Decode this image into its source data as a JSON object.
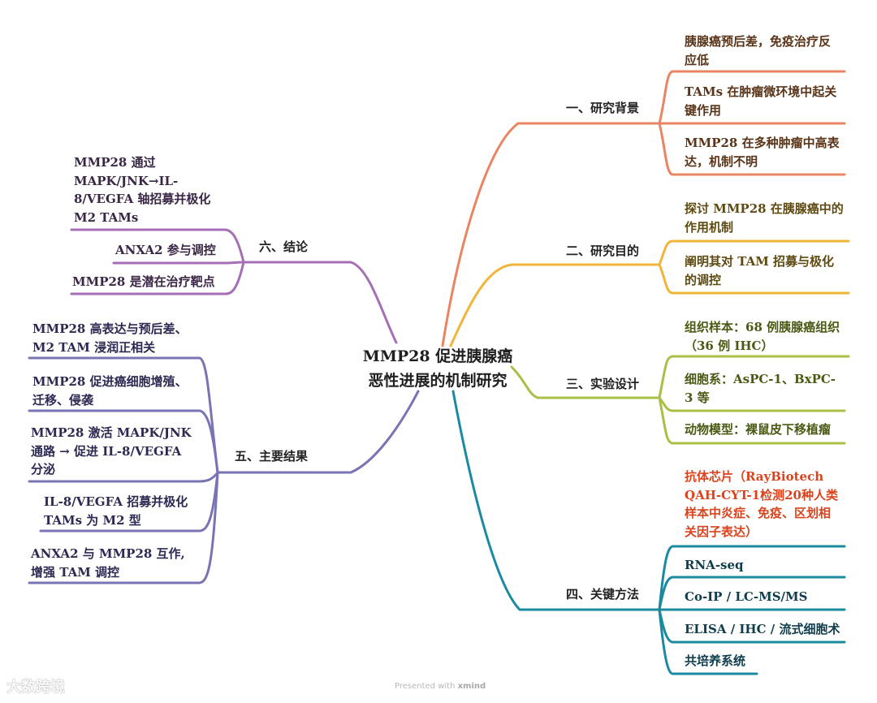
{
  "root": {
    "label": "MMP28 促进胰腺癌\n恶性进展的机制研究"
  },
  "colors": {
    "orange": "#e98562",
    "yellow": "#f2b53a",
    "green": "#a9bf46",
    "teal": "#1b8aa0",
    "purple": "#a46fb5",
    "indigo": "#7a74b4",
    "highlight": "#d9441e"
  },
  "branches": {
    "background": {
      "label": "一、研究背景",
      "items": [
        "胰腺癌预后差，免疫治疗反\n应低",
        "TAMs 在肿瘤微环境中起关\n键作用",
        "MMP28 在多种肿瘤中高表\n达，机制不明"
      ]
    },
    "purpose": {
      "label": "二、研究目的",
      "items": [
        "探讨 MMP28 在胰腺癌中的\n作用机制",
        "阐明其对 TAM 招募与极化\n的调控"
      ]
    },
    "design": {
      "label": "三、实验设计",
      "items": [
        "组织样本：68 例胰腺癌组织\n（36 例 IHC）",
        "细胞系：AsPC-1、BxPC-\n3 等",
        "动物模型：裸鼠皮下移植瘤"
      ]
    },
    "methods": {
      "label": "四、关键方法",
      "items": [
        "抗体芯片（RayBiotech\nQAH-CYT-1检测20种人类\n样本中炎症、免疫、区划相\n关因子表达）",
        "RNA-seq",
        "Co-IP / LC-MS/MS",
        "ELISA / IHC / 流式细胞术",
        "共培养系统"
      ]
    },
    "results": {
      "label": "五、主要结果",
      "items": [
        "MMP28 高表达与预后差、\nM2 TAM 浸润正相关",
        "MMP28 促进癌细胞增殖、\n迁移、侵袭",
        "MMP28 激活 MAPK/JNK\n通路 → 促进 IL-8/VEGFA\n分泌",
        "IL-8/VEGFA 招募并极化\nTAMs 为 M2 型",
        "ANXA2 与 MMP28 互作,\n增强 TAM 调控"
      ]
    },
    "conclusion": {
      "label": "六、结论",
      "items": [
        "MMP28 通过\nMAPK/JNK→IL-\n8/VEGFA 轴招募并极化\nM2 TAMs",
        "ANXA2 参与调控",
        "MMP28 是潜在治疗靶点"
      ]
    }
  },
  "footer": {
    "presented_with": "Presented with",
    "brand": "xmind"
  },
  "watermark": "大数跨境"
}
